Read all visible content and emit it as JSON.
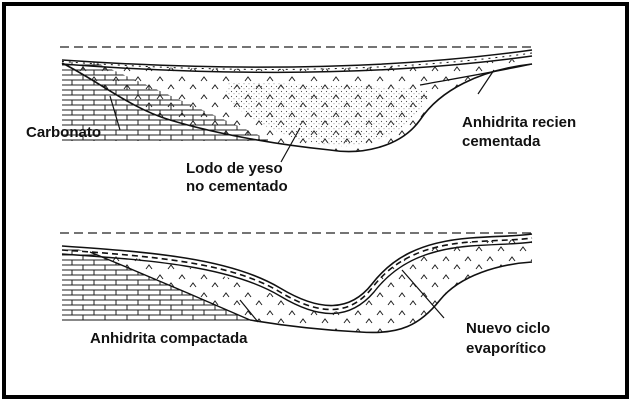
{
  "labels": {
    "carbonato": "Carbonato",
    "lodo_line1": "Lodo de yeso",
    "lodo_line2": "no cementado",
    "anhidrita_recien_line1": "Anhidrita recien",
    "anhidrita_recien_line2": "cementada",
    "anhidrita_compactada": "Anhidrita compactada",
    "nuevo_ciclo_line1": "Nuevo ciclo",
    "nuevo_ciclo_line2": "evaporítico"
  }
}
